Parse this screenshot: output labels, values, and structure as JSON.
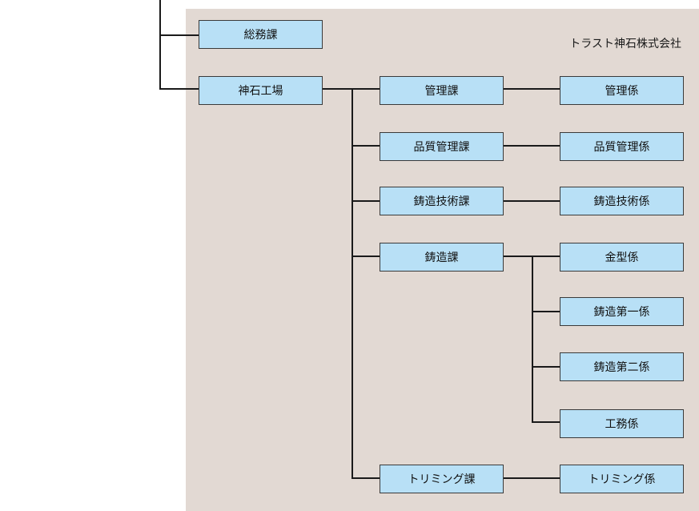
{
  "company": "トラスト神石株式会社",
  "colors": {
    "panel_background": "#e2d9d3",
    "box_fill": "#b8e0f6",
    "line": "#1a1a1a"
  },
  "departments": {
    "general_affairs": "総務課",
    "jinseki_factory": "神石工場"
  },
  "sections": {
    "kanri": "管理課",
    "hinshitsu_kanri": "品質管理課",
    "chuzo_gijutsu": "鋳造技術課",
    "chuzo": "鋳造課",
    "trimming": "トリミング課"
  },
  "units": {
    "kanri": "管理係",
    "hinshitsu_kanri": "品質管理係",
    "chuzo_gijutsu": "鋳造技術係",
    "kanagata": "金型係",
    "chuzo_1": "鋳造第一係",
    "chuzo_2": "鋳造第二係",
    "komu": "工務係",
    "trimming": "トリミング係"
  }
}
